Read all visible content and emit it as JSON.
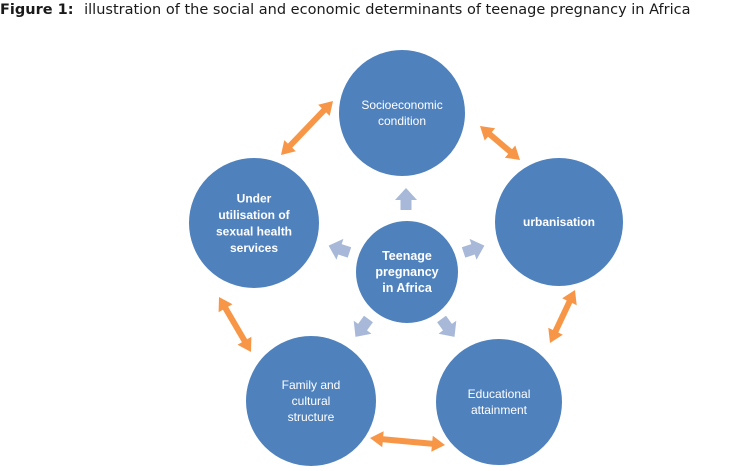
{
  "caption": {
    "label": "Figure 1:",
    "text": "illustration of the social and economic determinants of teenage pregnancy in Africa"
  },
  "center": {
    "lines": [
      "Teenage",
      "pregnancy",
      "in Africa"
    ]
  },
  "nodes": [
    {
      "id": "socioeconomic",
      "lines": [
        "Socioeconomic",
        "condition"
      ],
      "bold": false
    },
    {
      "id": "urbanisation",
      "lines": [
        "urbanisation"
      ],
      "bold": true
    },
    {
      "id": "education",
      "lines": [
        "Educational",
        "attainment"
      ],
      "bold": false
    },
    {
      "id": "family",
      "lines": [
        "Family and",
        "cultural",
        "structure"
      ],
      "bold": false
    },
    {
      "id": "health-services",
      "lines": [
        "Under",
        "utilisation of",
        "sexual health",
        "services"
      ],
      "bold": true
    }
  ],
  "colors": {
    "circle": "#4f81bd",
    "circle_stroke": "#ffffff",
    "double_arrow": "#f79646",
    "center_arrow": "#a7b8d8"
  }
}
